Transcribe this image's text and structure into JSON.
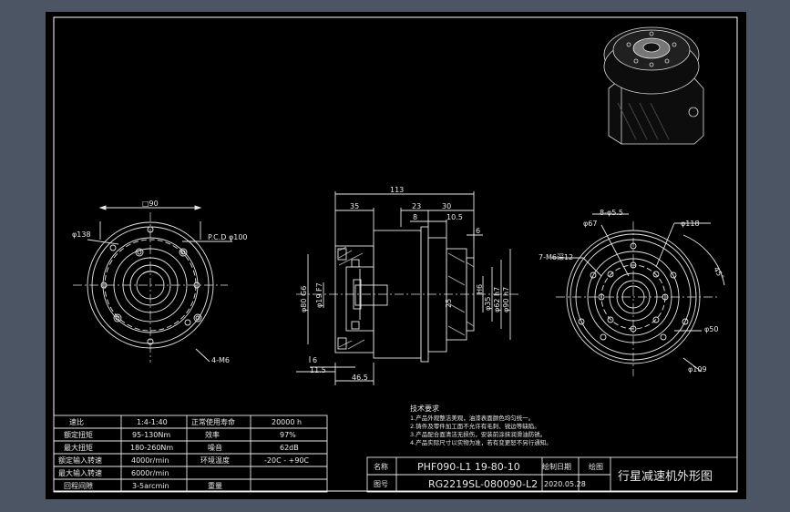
{
  "front_view": {
    "box_width": "□90",
    "outer_dia": "φ138",
    "pcd": "P.C.D φ100",
    "holes": "4-M6"
  },
  "side_view": {
    "overall_len": "113",
    "len_35": "35",
    "len_23": "23",
    "len_30": "30",
    "len_8": "8",
    "len_105": "10.5",
    "len_6a": "6",
    "len_6b": "6",
    "len_115": "11.5",
    "len_465": "46.5",
    "dia_g6": "φ80 G6",
    "dia_f7": "φ19 F7",
    "h6": "H6",
    "dia_35": "φ35",
    "dia_62": "φ62 h7",
    "dia_90": "φ90 h7",
    "n25": "25"
  },
  "output_view": {
    "holes_8m55": "8-φ5.5",
    "dia_67": "φ67",
    "dia_118": "φ118",
    "holes_7m6": "7-M6深12",
    "angle": "45°",
    "dia_50": "φ50",
    "dia_109": "φ109"
  },
  "notes": {
    "title": "技术要求",
    "lines": [
      "1.产品外观整洁美观，油漆表面颜色均匀统一。",
      "2.铸件及零件加工面不允许有毛刺、锐边等缺陷。",
      "3.产品配合面清洁无损伤，安装前涂抹润滑油防锈。",
      "4.产品实际尺寸以实物为准，若有变更恕不另行通知。"
    ]
  },
  "spec_table": {
    "rows": [
      [
        "速比",
        "1:4-1:40",
        "正常使用寿命",
        "20000 h"
      ],
      [
        "额定扭矩",
        "95-130Nm",
        "效率",
        "97%"
      ],
      [
        "最大扭矩",
        "180-260Nm",
        "噪音",
        "62dB"
      ],
      [
        "额定输入转速",
        "4000r/min",
        "环境温度",
        "-20C - +90C"
      ],
      [
        "最大输入转速",
        "6000r/min",
        "",
        ""
      ],
      [
        "回程间隙",
        "3-5arcmin",
        "重量",
        ""
      ]
    ]
  },
  "title_block": {
    "label_name": "名称",
    "model": "PHF090-L1 19-80-10",
    "label_mat": "绘制日期",
    "label_drawing": "图号",
    "drawing_no": "RG2219SL-080090-L2",
    "date": "2020.05.28",
    "label_draw2": "绘图",
    "title": "行星减速机外形图"
  }
}
